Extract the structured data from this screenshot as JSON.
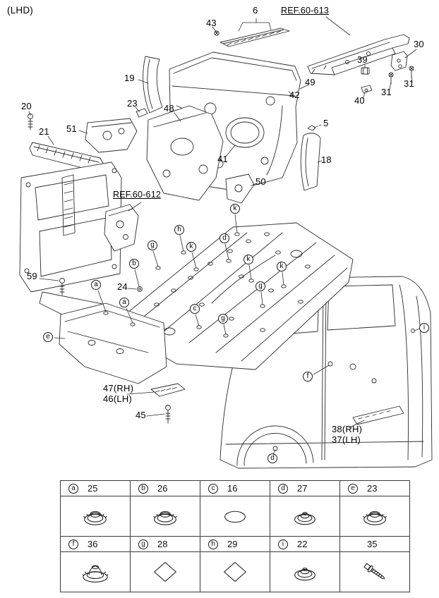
{
  "drive_label": "(LHD)",
  "references": {
    "top": "REF.60-613",
    "mid": "REF.60-612"
  },
  "callouts": {
    "n5": "5",
    "n6": "6",
    "n18": "18",
    "n19": "19",
    "n20": "20",
    "n21": "21",
    "n23": "23",
    "n24": "24",
    "n30": "30",
    "n31a": "31",
    "n31b": "31",
    "n37": "37(LH)",
    "n38": "38(RH)",
    "n39": "39",
    "n40": "40",
    "n41": "41",
    "n42": "42",
    "n43": "43",
    "n45": "45",
    "n46": "46(LH)",
    "n47": "47(RH)",
    "n48": "48",
    "n49": "49",
    "n50": "50",
    "n51": "51",
    "n59": "59"
  },
  "circle_marks": {
    "a1": "a",
    "a2": "a",
    "b1": "b",
    "c1": "c",
    "d1": "d",
    "d2": "d",
    "e1": "e",
    "f1": "f",
    "g1": "g",
    "g2": "g",
    "g3": "g",
    "h1": "h",
    "i1": "i",
    "k1": "k",
    "k2": "k",
    "k3": "k",
    "k4": "k"
  },
  "legend": {
    "rows": [
      {
        "cells": [
          {
            "letter": "a",
            "part": "25",
            "icon": "grommet-plug"
          },
          {
            "letter": "b",
            "part": "26",
            "icon": "grommet-plug"
          },
          {
            "letter": "c",
            "part": "16",
            "icon": "oval-pad"
          },
          {
            "letter": "d",
            "part": "27",
            "icon": "snap-grommet"
          },
          {
            "letter": "e",
            "part": "23",
            "icon": "grommet-plug"
          }
        ]
      },
      {
        "cells": [
          {
            "letter": "f",
            "part": "36",
            "icon": "flanged-plug"
          },
          {
            "letter": "g",
            "part": "28",
            "icon": "diamond-pad"
          },
          {
            "letter": "h",
            "part": "29",
            "icon": "diamond-pad"
          },
          {
            "letter": "i",
            "part": "22",
            "icon": "snap-grommet"
          },
          {
            "letter": "",
            "part": "35",
            "icon": "tapping-screw"
          }
        ]
      }
    ]
  }
}
